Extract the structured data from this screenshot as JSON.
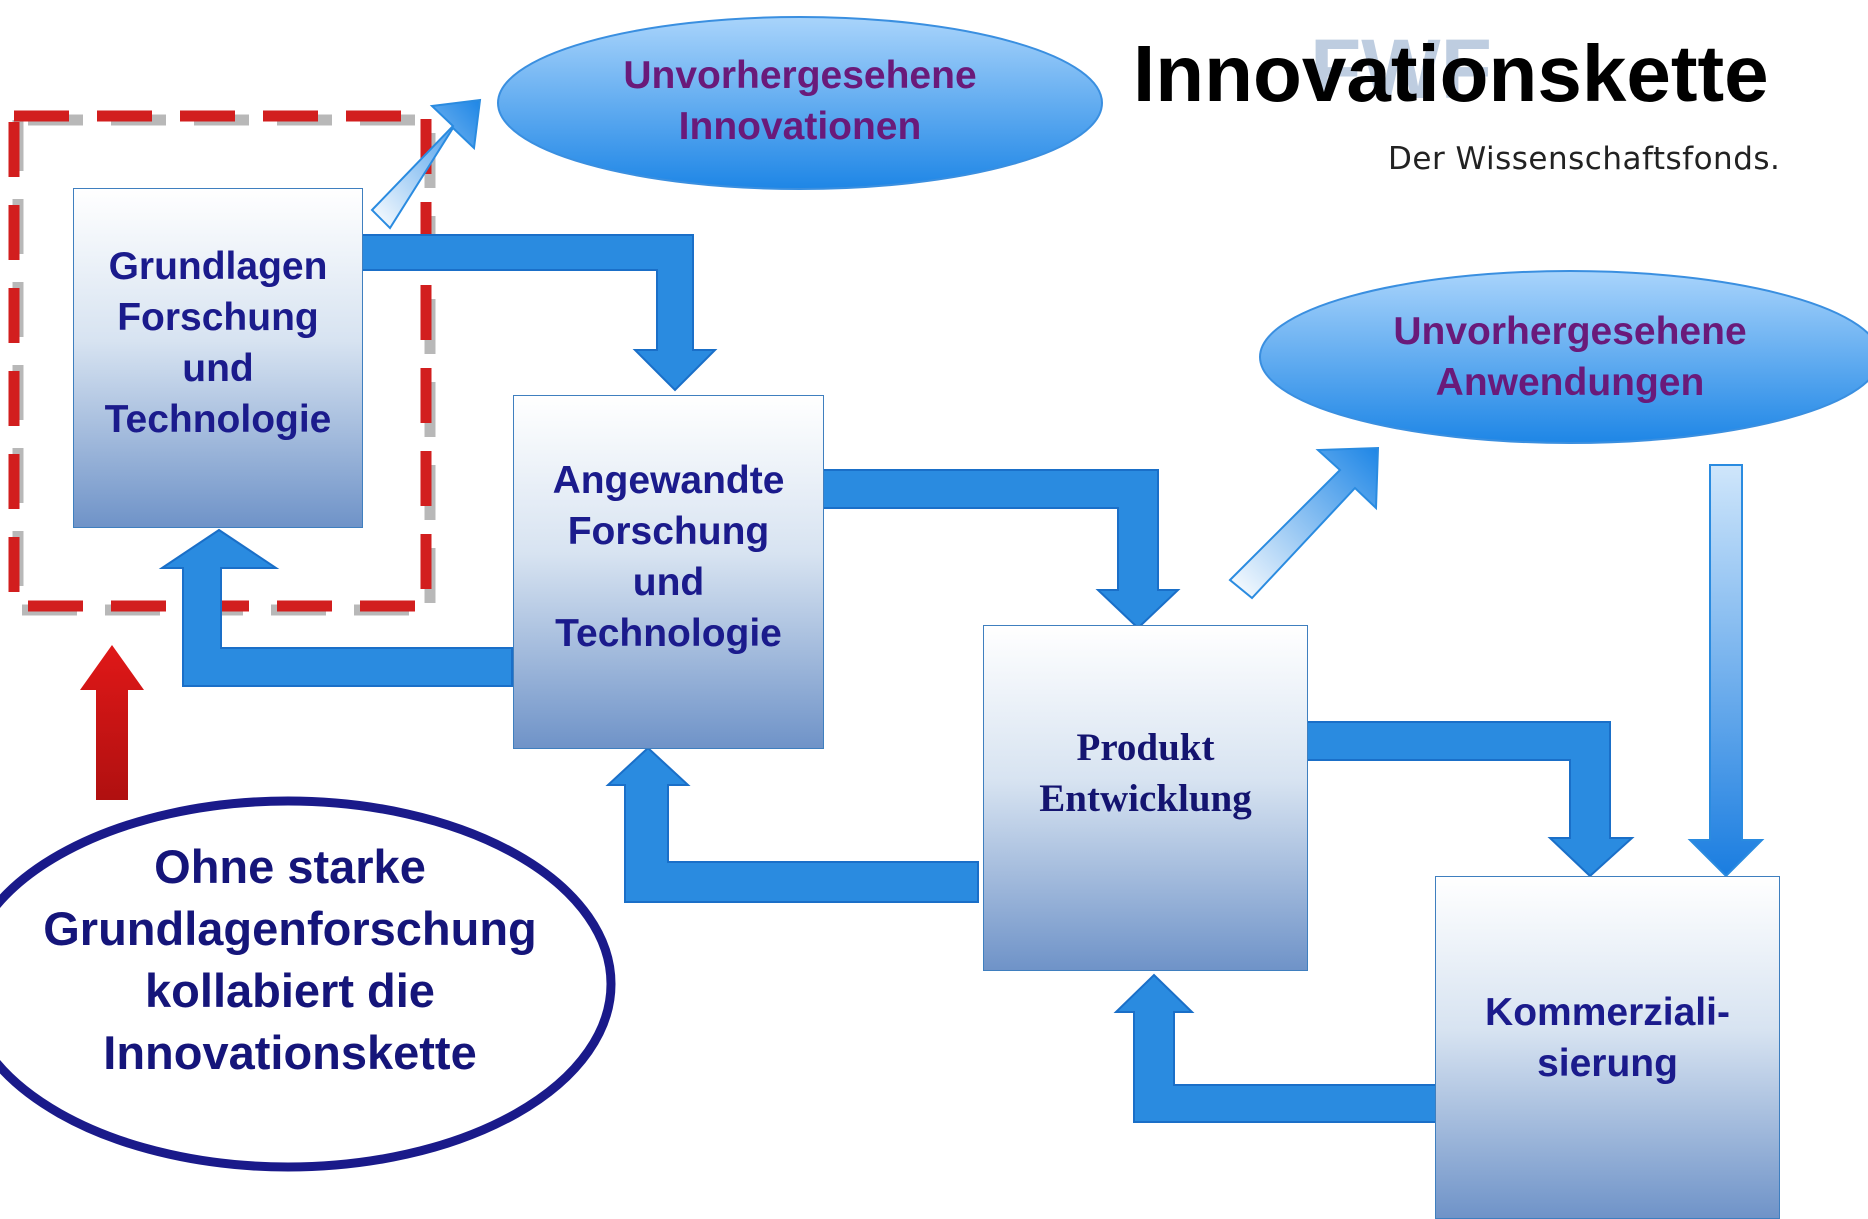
{
  "header": {
    "title": "Innovationskette",
    "logo_text": "FWF",
    "subtitle": "Der Wissenschaftsfonds."
  },
  "boxes": {
    "basic": "Grundlagen\nForschung\nund\nTechnologie",
    "applied": "Angewandte\nForschung\nund\nTechnologie",
    "product": "Produkt\nEntwicklung",
    "commercial": "Kommerziali-\nsierung"
  },
  "ellipses": {
    "innovations": "Unvorhergesehene\nInnovationen",
    "applications": "Unvorhergesehene\nAnwendungen"
  },
  "callout": {
    "text": "Ohne starke\nGrundlagenforschung\nkollabiert die\nInnovationskette"
  },
  "colors": {
    "arrow": "#2a8be0",
    "dashed_red": "#d21e1e",
    "box_border": "#3f7fbf",
    "callout_border": "#1a1a8a",
    "title_text": "#000000"
  }
}
